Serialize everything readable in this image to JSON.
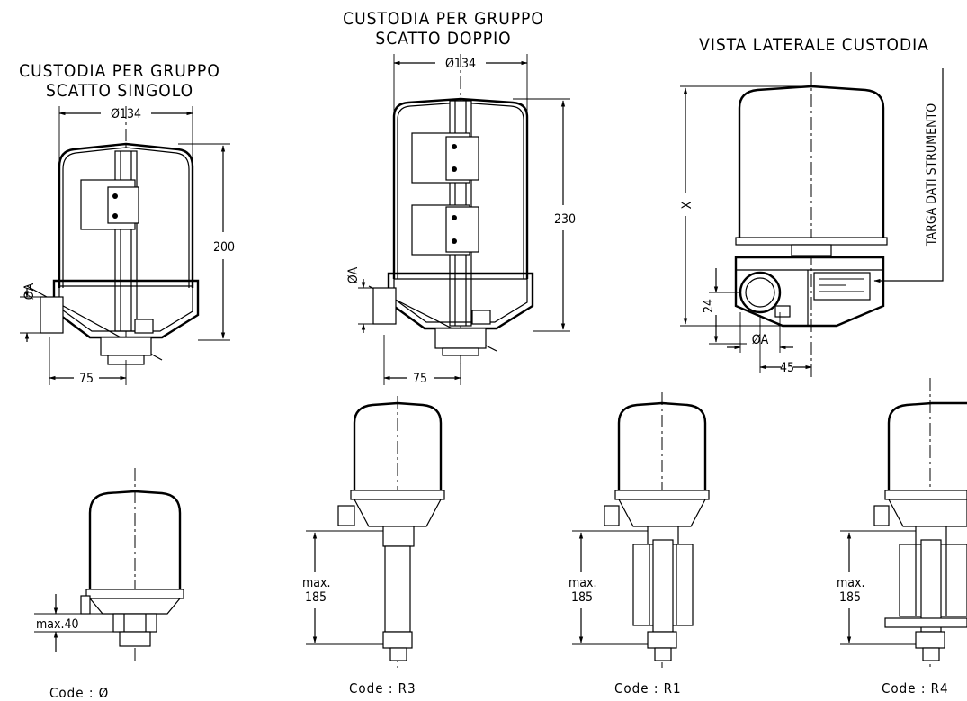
{
  "titles": {
    "single": [
      "CUSTODIA PER GRUPPO",
      "SCATTO SINGOLO"
    ],
    "double": [
      "CUSTODIA PER GRUPPO",
      "SCATTO DOPPIO"
    ],
    "side": "VISTA LATERALE CUSTODIA"
  },
  "dimensions": {
    "single_diameter": "Ø134",
    "single_height": "200",
    "single_a": "ØA",
    "single_width": "75",
    "double_diameter": "Ø134",
    "double_height": "230",
    "double_a": "ØA",
    "double_width": "75",
    "side_x": "X",
    "side_24": "24",
    "side_a": "ØA",
    "side_45": "45",
    "side_plate": "TARGA DATI STRUMENTO"
  },
  "variants": [
    {
      "code": "Code : Ø",
      "max_label_1": "max.40",
      "max_label_2": ""
    },
    {
      "code": "Code : R3",
      "max_label_1": "max.",
      "max_label_2": "185"
    },
    {
      "code": "Code : R1",
      "max_label_1": "max.",
      "max_label_2": "185"
    },
    {
      "code": "Code : R4",
      "max_label_1": "max.",
      "max_label_2": "185"
    }
  ]
}
